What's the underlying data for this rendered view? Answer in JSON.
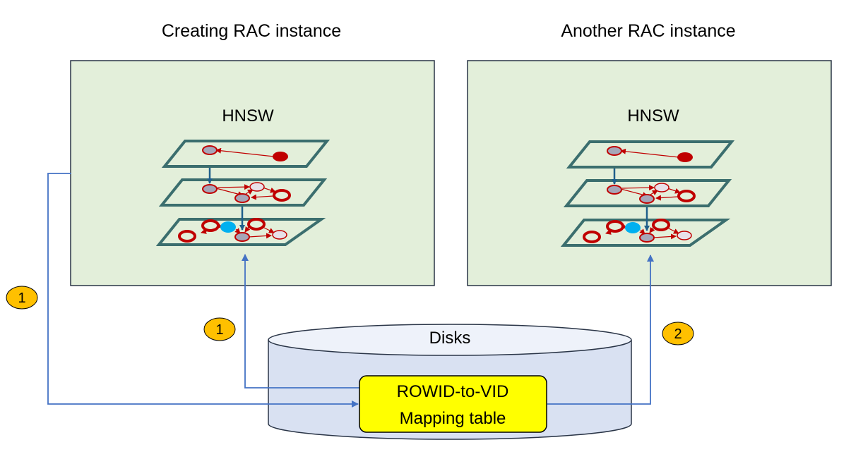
{
  "instances": [
    {
      "title": "Creating RAC instance",
      "graph_label": "HNSW"
    },
    {
      "title": "Another RAC instance",
      "graph_label": "HNSW"
    }
  ],
  "storage": {
    "label": "Disks",
    "table_line1": "ROWID-to-VID",
    "table_line2": "Mapping table"
  },
  "badges": [
    "1",
    "1",
    "2"
  ],
  "colors": {
    "panel_fill": "#e3efda",
    "panel_border": "#2a3547",
    "layer_border": "#3b6e6e",
    "edge_red": "#c00000",
    "node_gray": "#a6a6b8",
    "node_light": "#e8e0e8",
    "entry_blue": "#00b0f0",
    "connector_blue": "#4472c4",
    "disk_fill": "#d9e1f2",
    "disk_top": "#eef2fa",
    "table_fill": "#ffff00",
    "badge_fill": "#ffc000"
  },
  "icons": [
    "hnsw-layer-stack",
    "disk-cylinder",
    "arrow-icon"
  ]
}
